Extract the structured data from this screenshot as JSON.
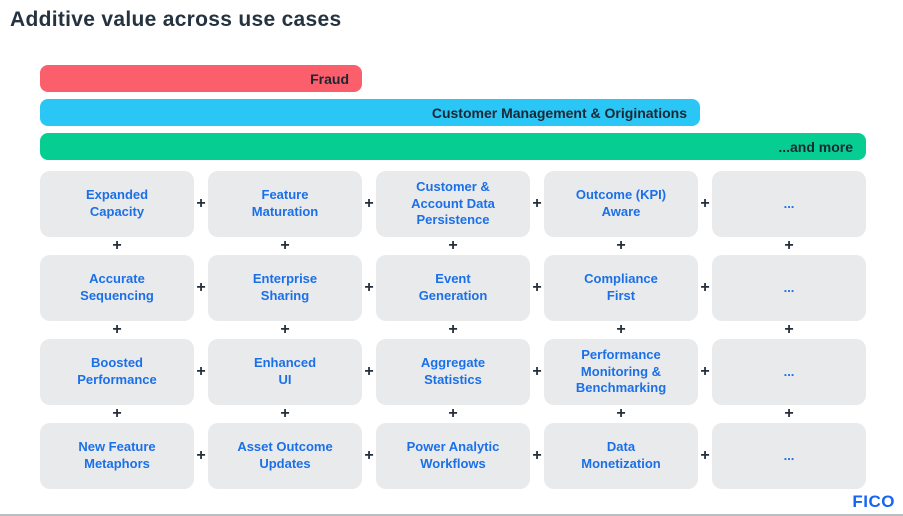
{
  "page": {
    "title": "Additive value across use cases",
    "brand_logo": "FICO"
  },
  "bars": [
    {
      "label": "Fraud",
      "color": "#fa5f6b"
    },
    {
      "label": "Customer Management & Originations",
      "color": "#2ac6f6"
    },
    {
      "label": "...and more",
      "color": "#06ce93"
    }
  ],
  "grid": {
    "plus": "+",
    "text_color": "#1b70e8",
    "box_background": "#e9eaec",
    "rows": [
      {
        "cells": [
          "Expanded\nCapacity",
          "Feature\nMaturation",
          "Customer &\nAccount Data\nPersistence",
          "Outcome (KPI)\nAware",
          "..."
        ]
      },
      {
        "cells": [
          "Accurate\nSequencing",
          "Enterprise\nSharing",
          "Event\nGeneration",
          "Compliance\nFirst",
          "..."
        ]
      },
      {
        "cells": [
          "Boosted\nPerformance",
          "Enhanced\nUI",
          "Aggregate\nStatistics",
          "Performance\nMonitoring &\nBenchmarking",
          "..."
        ]
      },
      {
        "cells": [
          "New Feature\nMetaphors",
          "Asset Outcome\nUpdates",
          "Power Analytic\nWorkflows",
          "Data\nMonetization",
          "..."
        ]
      }
    ]
  }
}
